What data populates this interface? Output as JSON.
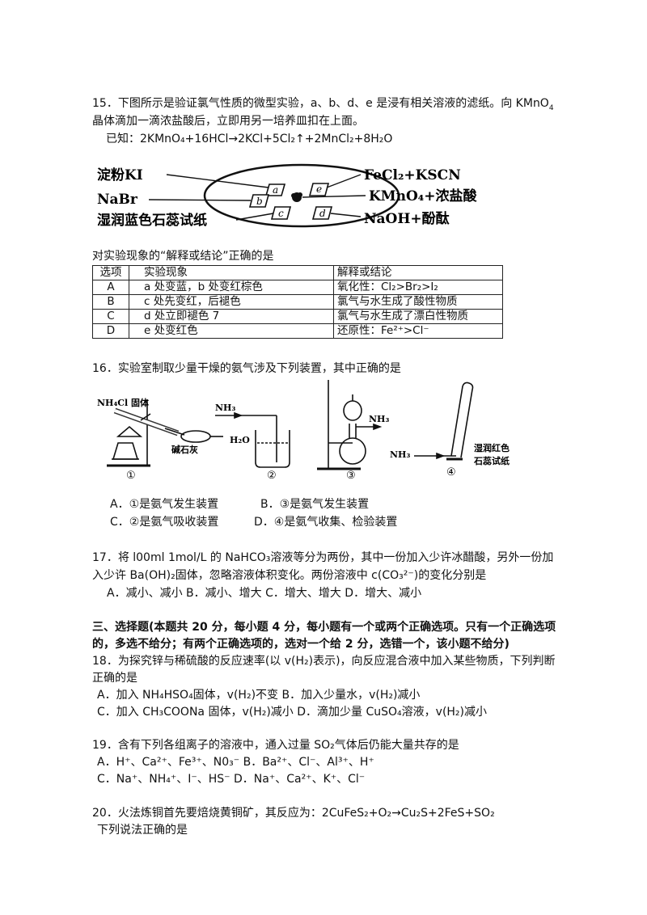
{
  "q15": {
    "line1_a": "15．下图所示是验证氯气性质的微型实验，a、b、d、e 是浸有相关溶液的滤纸。向 KMnO",
    "line1_sub": "4",
    "line2": "晶体滴加一滴浓盐酸后，立即用另一培养皿扣在上面。",
    "known_label": "已知：",
    "equation": "2KMnO₄+16HCl→2KCl+5Cl₂↑+2MnCl₂+8H₂O",
    "figure": {
      "label_a_left": "淀粉KI",
      "label_b_left": "NaBr",
      "label_c_left": "湿润蓝色石蕊试纸",
      "label_e_right": "FeCl₂+KSCN",
      "label_center_right": "KMnO₄+浓盐酸",
      "label_d_right": "NaOH+酚酞",
      "paper_a": "a",
      "paper_b": "b",
      "paper_c": "c",
      "paper_d": "d",
      "paper_e": "e"
    },
    "table_intro": "对实验现象的“解释或结论”正确的是",
    "table": {
      "headers": [
        "选项",
        "实验现象",
        "解释或结论"
      ],
      "rows": [
        [
          "A",
          "a 处变蓝，b 处变红棕色",
          "氧化性：Cl₂>Br₂>I₂"
        ],
        [
          "B",
          "c 处先变红，后褪色",
          "氯气与水生成了酸性物质"
        ],
        [
          "C",
          "d 处立即褪色 7",
          "氯气与水生成了漂白性物质"
        ],
        [
          "D",
          "e 处变红色",
          "还原性：Fe²⁺>Cl⁻"
        ]
      ]
    }
  },
  "q16": {
    "stem": "16．实验室制取少量干燥的氨气涉及下列装置，其中正确的是",
    "figure": {
      "nh4cl": "NH₄Cl 固体",
      "soda_lime": "碱石灰",
      "nh3_1": "NH₃",
      "h2o": "H₂O",
      "nh3_2": "NH₃",
      "nh3_3": "NH₃",
      "litmus_line1": "湿润红色",
      "litmus_line2": "石蕊试纸",
      "num1": "①",
      "num2": "②",
      "num3": "③",
      "num4": "④"
    },
    "options": {
      "A": "A．①是氨气发生装置",
      "B": "B．③是氨气发生装置",
      "C": "C．②是氨气吸收装置",
      "D": "D．④是氨气收集、检验装置"
    }
  },
  "q17": {
    "line1": "17．将 l00ml 1mol/L 的 NaHCO₃溶液等分为两份，其中一份加入少许冰醋酸，另外一份加",
    "line2": "入少许 Ba(OH)₂固体，忽略溶液体积变化。两份溶液中 c(CO₃²⁻)的变化分别是",
    "options": "A．减小、减小   B．减小、增大  C．增大、增大  D．增大、减小"
  },
  "section3": {
    "line1": "三、选择题(本题共 20 分，每小题 4 分，每小题有一个或两个正确选项。只有一个正确选项",
    "line2": "的，多选不给分；有两个正确选项的，选对一个给 2 分，选错一个，该小题不给分)"
  },
  "q18": {
    "line1": "18．为探究锌与稀硫酸的反应速率(以 v(H₂)表示)，向反应混合液中加入某些物质，下列判断",
    "line2": "正确的是",
    "optA": "A．加入 NH₄HSO₄固体，v(H₂)不变    B．加入少量水，v(H₂)减小",
    "optC": "C．加入 CH₃COONa 固体，v(H₂)减小  D．滴加少量 CuSO₄溶液，v(H₂)减小"
  },
  "q19": {
    "stem": "19．含有下列各组离子的溶液中，通入过量 SO₂气体后仍能大量共存的是",
    "optA": "A．H⁺、Ca²⁺、Fe³⁺、N0₃⁻    B．Ba²⁺、Cl⁻、Al³⁺、H⁺",
    "optC": "C．Na⁺、NH₄⁺、I⁻、HS⁻    D．Na⁺、Ca²⁺、K⁺、Cl⁻"
  },
  "q20": {
    "line1": "20．火法炼铜首先要焙烧黄铜矿，其反应为：2CuFeS₂+O₂→Cu₂S+2FeS+SO₂",
    "line2": "下列说法正确的是"
  }
}
